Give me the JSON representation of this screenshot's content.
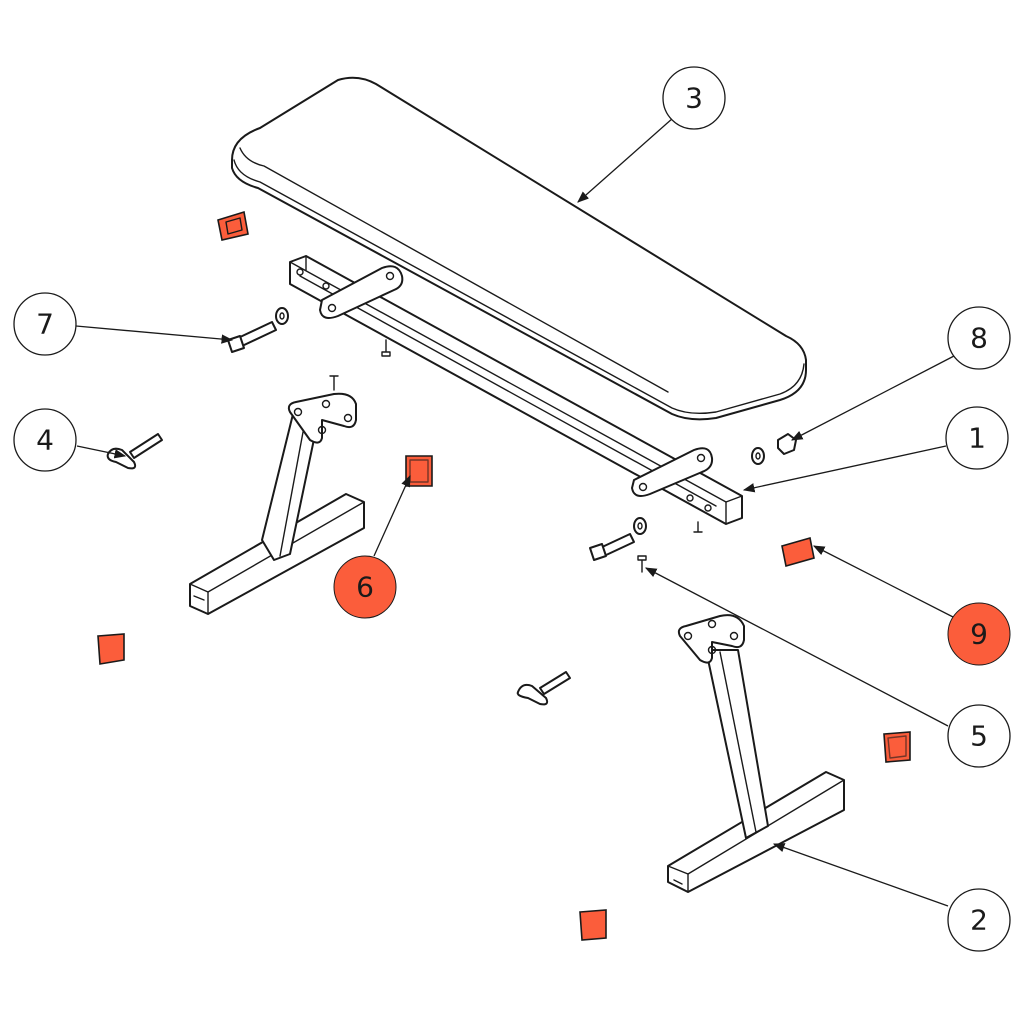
{
  "colors": {
    "highlight": "#fb5d3b",
    "line": "#1a1a1a",
    "background": "#ffffff"
  },
  "callouts": [
    {
      "id": "c1",
      "label": "1",
      "highlighted": false
    },
    {
      "id": "c2",
      "label": "2",
      "highlighted": false
    },
    {
      "id": "c3",
      "label": "3",
      "highlighted": false
    },
    {
      "id": "c4",
      "label": "4",
      "highlighted": false
    },
    {
      "id": "c5",
      "label": "5",
      "highlighted": false
    },
    {
      "id": "c6",
      "label": "6",
      "highlighted": true
    },
    {
      "id": "c7",
      "label": "7",
      "highlighted": false
    },
    {
      "id": "c8",
      "label": "8",
      "highlighted": false
    },
    {
      "id": "c9",
      "label": "9",
      "highlighted": true
    }
  ]
}
